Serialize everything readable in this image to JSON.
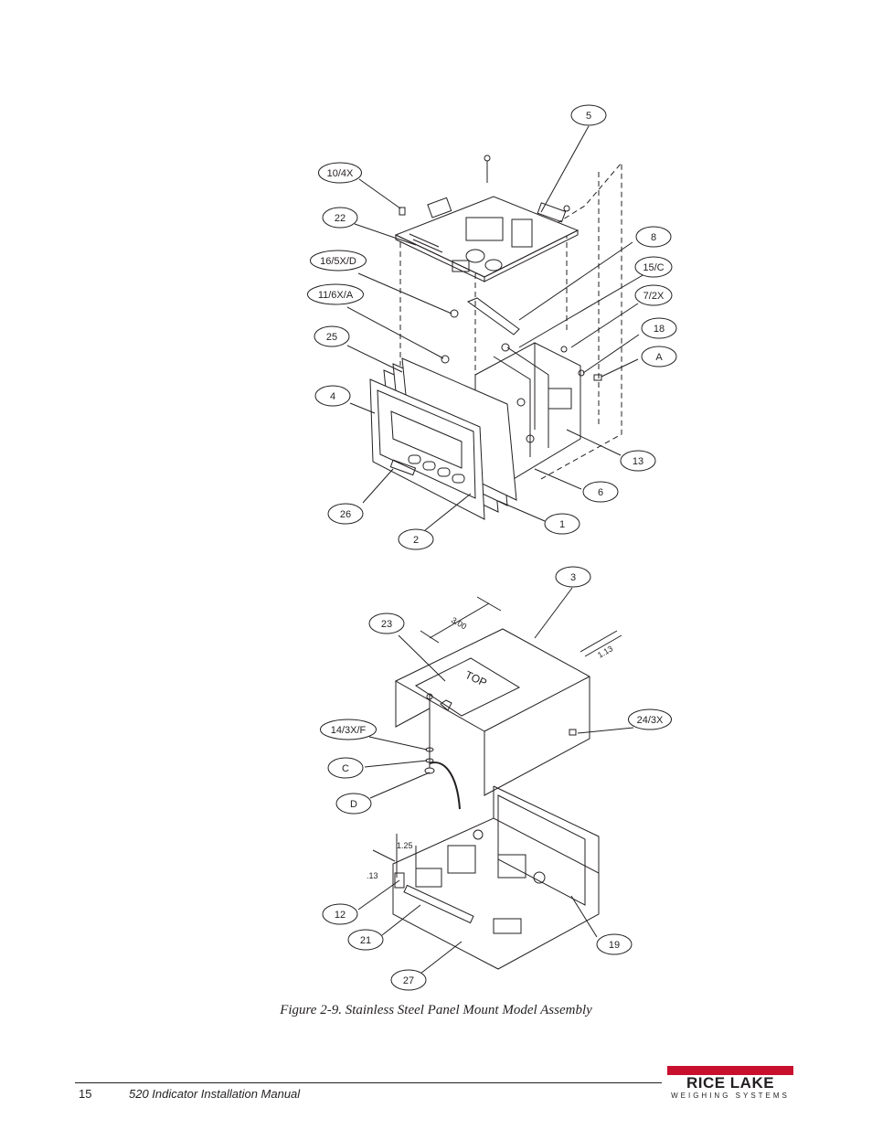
{
  "figure": {
    "caption": "Figure 2-9. Stainless Steel Panel Mount Model Assembly",
    "top_callouts": [
      "5",
      "10/4X",
      "22",
      "8",
      "16/5X/D",
      "15/C",
      "11/6X/A",
      "7/2X",
      "25",
      "18",
      "A",
      "4",
      "13",
      "6",
      "26",
      "1",
      "2"
    ],
    "bottom_callouts": [
      "3",
      "23",
      "24/3X",
      "14/3X/F",
      "C",
      "D",
      "12",
      "21",
      "19",
      "27"
    ],
    "dimensions": [
      "3.00",
      "1.13",
      "1.25",
      ".13"
    ],
    "top_label": "TOP"
  },
  "footer": {
    "page_number": "15",
    "manual_title": "520 Indicator Installation Manual",
    "logo_name": "RICE LAKE",
    "logo_tagline": "WEIGHING SYSTEMS",
    "brand_color": "#c8102e"
  }
}
